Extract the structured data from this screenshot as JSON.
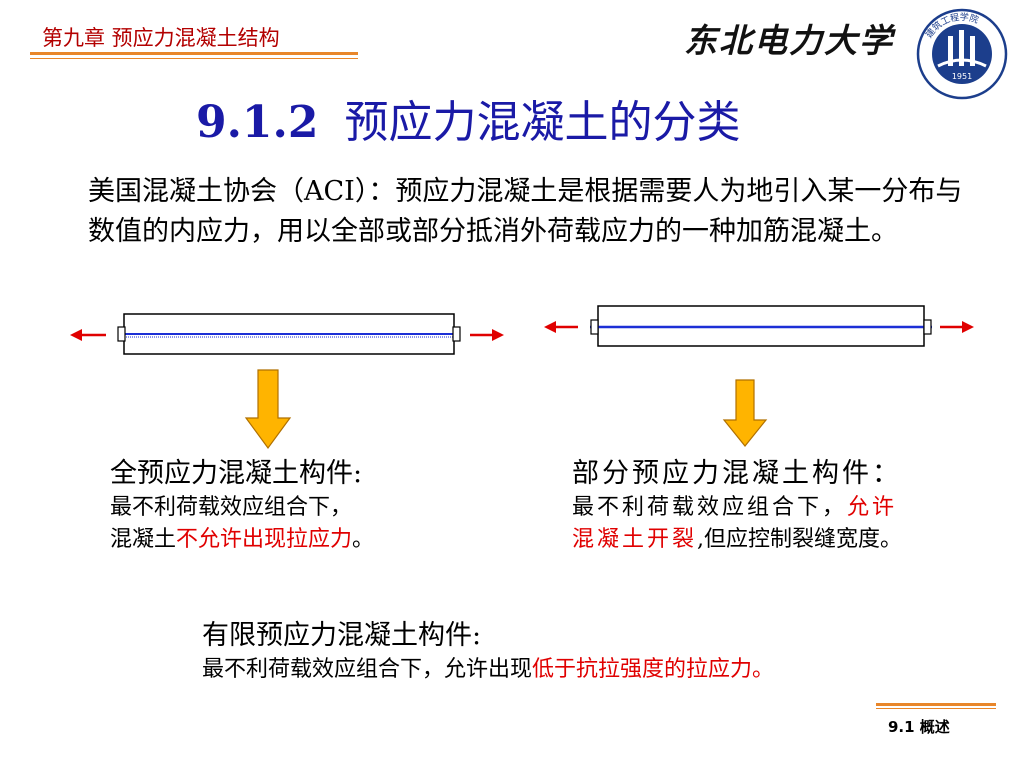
{
  "header": {
    "chapter": "第九章  预应力混凝土结构",
    "university": "东北电力大学",
    "logo": {
      "year": "1951",
      "ring_text": "建筑工程学院"
    }
  },
  "title": {
    "number": "9.1.2",
    "text": "预应力混凝土的分类"
  },
  "intro": "美国混凝土协会（ACI）：预应力混凝土是根据需要人为地引入某一分布与数值的内应力，用以全部或部分抵消外荷载应力的一种加筋混凝土。",
  "full": {
    "heading": "全预应力混凝土构件:",
    "line1": "最不利荷载效应组合下，",
    "line2_prefix": "混凝土",
    "line2_red": "不允许出现拉应力",
    "line2_suffix": "。"
  },
  "partial": {
    "heading": "部分预应力混凝土构件：",
    "line1_prefix": "最不利荷载效应组合下，",
    "line1_red": "允许",
    "line2_red": "混凝土开裂",
    "line2_suffix": ",但应控制裂缝宽度。"
  },
  "limited": {
    "heading": "有限预应力混凝土构件:",
    "line1_prefix": "最不利荷载效应组合下，允许出现",
    "line1_red": "低于抗拉强度的拉应力。"
  },
  "footer": {
    "section": "9.1   概述"
  },
  "colors": {
    "chapter_red": "#b30000",
    "title_blue": "#1a1aa6",
    "accent_orange": "#e8862a",
    "emphasis_red": "#e00000",
    "arrow_fill": "#ffb400",
    "tendon_blue": "#1c2fd6"
  }
}
